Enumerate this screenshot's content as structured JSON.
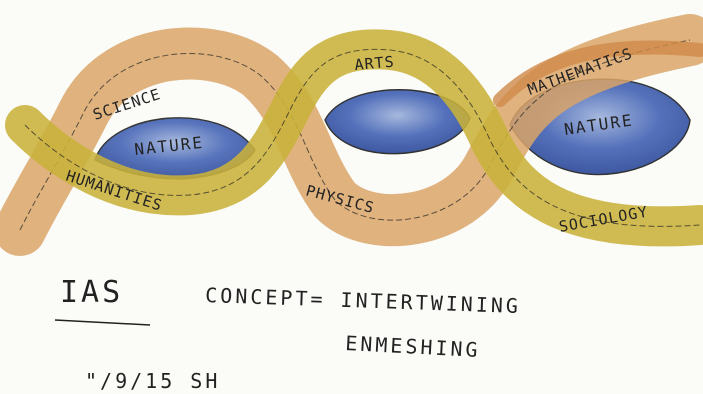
{
  "sketch": {
    "strip_labels": {
      "science": "SCIENCE",
      "arts": "ARTS",
      "mathematics": "MATHEMATICS",
      "humanities": "HUMANITIES",
      "physics": "PHYSICS",
      "sociology": "SOCIOLOGY"
    },
    "blob_labels": {
      "left": "NATURE",
      "right": "NATURE"
    },
    "colors": {
      "orange_strip": "#d9a468",
      "yellow_strip": "#c9b23a",
      "blue_blob": "#3f5fae",
      "ink": "#222222",
      "paper": "#fbfbf8"
    }
  },
  "notes": {
    "title": "IAS",
    "concept": "CONCEPT= INTERTWINING",
    "concept2": "ENMESHING",
    "date": "\"/9/15 SH"
  }
}
